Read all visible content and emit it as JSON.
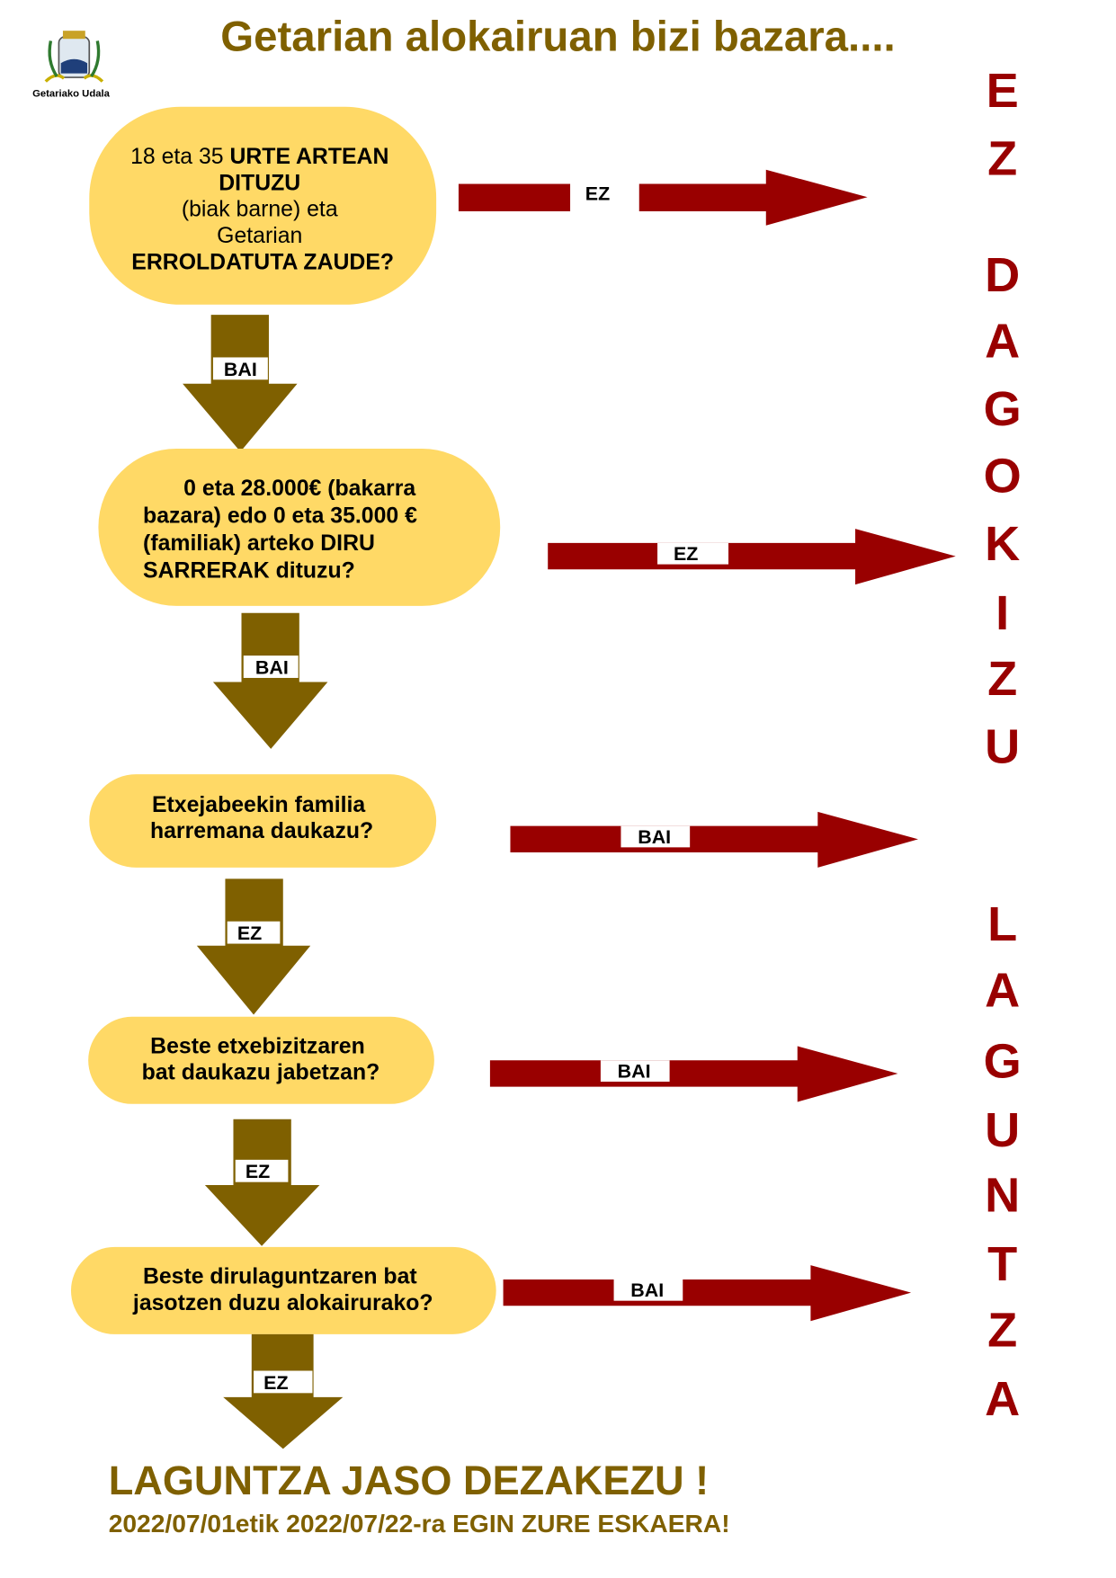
{
  "header": {
    "title": "Getarian alokairuan bizi bazara....",
    "logo_caption": "Getariako Udala"
  },
  "colors": {
    "title": "#7f6000",
    "no_path": "#990000",
    "box": "#ffd966",
    "down_arrow": "#7f6000"
  },
  "questions": [
    {
      "lines": [
        [
          "18 eta 35 ",
          "URTE ARTEAN"
        ],
        [
          "DITUZU"
        ],
        [
          "(biak barne) eta"
        ],
        [
          "Getarian"
        ],
        [
          "ERROLDATUTA ZAUDE?"
        ]
      ],
      "down_label": "BAI",
      "side_label": "EZ"
    },
    {
      "lines": [
        [
          "0 eta 28.000€ (bakarra"
        ],
        [
          "bazara) edo 0 eta 35.000 €"
        ],
        [
          "(familiak) arteko DIRU"
        ],
        [
          "SARRERAK dituzu?"
        ]
      ],
      "down_label": "BAI",
      "side_label": "EZ"
    },
    {
      "lines": [
        [
          "Etxejabeekin familia"
        ],
        [
          "harremana  daukazu?"
        ]
      ],
      "down_label": "EZ",
      "side_label": "BAI"
    },
    {
      "lines": [
        [
          "Beste etxebizitzaren"
        ],
        [
          "bat daukazu jabetzan?"
        ]
      ],
      "down_label": "EZ",
      "side_label": "BAI"
    },
    {
      "lines": [
        [
          "Beste dirulaguntzaren  bat"
        ],
        [
          "jasotzen duzu alokairurako?"
        ]
      ],
      "down_label": "EZ",
      "side_label": "BAI"
    }
  ],
  "side_text": {
    "top": "EZDAGOKIZU",
    "bottom": "LAGUNTZA"
  },
  "footer": {
    "result": "LAGUNTZA JASO DEZAKEZU !",
    "deadline": "2022/07/01etik 2022/07/22-ra EGIN ZURE ESKAERA!"
  }
}
